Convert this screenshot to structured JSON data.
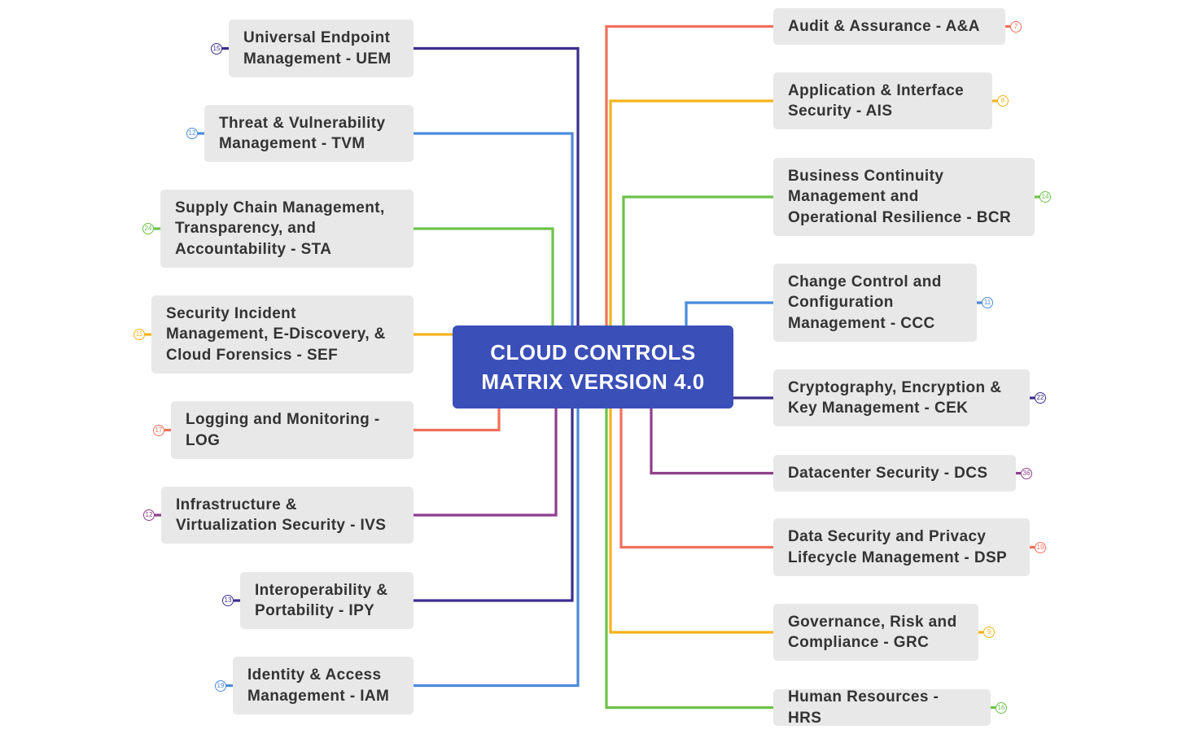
{
  "center": {
    "title": "CLOUD CONTROLS MATRIX VERSION 4.0"
  },
  "left_topics": [
    {
      "id": "uem",
      "label": "Universal Endpoint\nManagement - UEM",
      "count": "15",
      "color": "#3b2e8c"
    },
    {
      "id": "tvm",
      "label": "Threat & Vulnerability\nManagement - TVM",
      "count": "12",
      "color": "#4a8bdb"
    },
    {
      "id": "sta",
      "label": "Supply Chain Management,\nTransparency, and\nAccountability - STA",
      "count": "24",
      "color": "#6cc24a"
    },
    {
      "id": "sef",
      "label": "Security Incident\nManagement, E-Discovery, &\nCloud Forensics - SEF",
      "count": "11",
      "color": "#f5b21b"
    },
    {
      "id": "log",
      "label": "Logging and Monitoring  -\nLOG",
      "count": "17",
      "color": "#f0705a"
    },
    {
      "id": "ivs",
      "label": "Infrastructure &\nVirtualization Security - IVS",
      "count": "12",
      "color": "#8e3f8c"
    },
    {
      "id": "ipy",
      "label": "Interoperability &\nPortability - IPY",
      "count": "13",
      "color": "#3b2e8c"
    },
    {
      "id": "iam",
      "label": "Identity & Access\nManagement - IAM",
      "count": "19",
      "color": "#4a8bdb"
    }
  ],
  "right_topics": [
    {
      "id": "aa",
      "label": "Audit & Assurance  - A&A",
      "count": "7",
      "color": "#f0705a"
    },
    {
      "id": "ais",
      "label": "Application & Interface\nSecurity - AIS",
      "count": "8",
      "color": "#f5b21b"
    },
    {
      "id": "bcr",
      "label": "Business Continuity\nManagement and\nOperational Resilience  - BCR",
      "count": "14",
      "color": "#6cc24a"
    },
    {
      "id": "ccc",
      "label": "Change Control and\nConfiguration\nManagement  - CCC",
      "count": "11",
      "color": "#4a8bdb"
    },
    {
      "id": "cek",
      "label": "Cryptography, Encryption &\nKey Management - CEK",
      "count": "22",
      "color": "#3b2e8c"
    },
    {
      "id": "dcs",
      "label": "Datacenter Security  - DCS",
      "count": "36",
      "color": "#8e3f8c"
    },
    {
      "id": "dsp",
      "label": "Data Security and Privacy\nLifecycle Management - DSP",
      "count": "19",
      "color": "#f0705a"
    },
    {
      "id": "grc",
      "label": "Governance, Risk and\nCompliance - GRC",
      "count": "9",
      "color": "#f5b21b"
    },
    {
      "id": "hrs",
      "label": "Human Resources - HRS",
      "count": "16",
      "color": "#6cc24a"
    }
  ]
}
